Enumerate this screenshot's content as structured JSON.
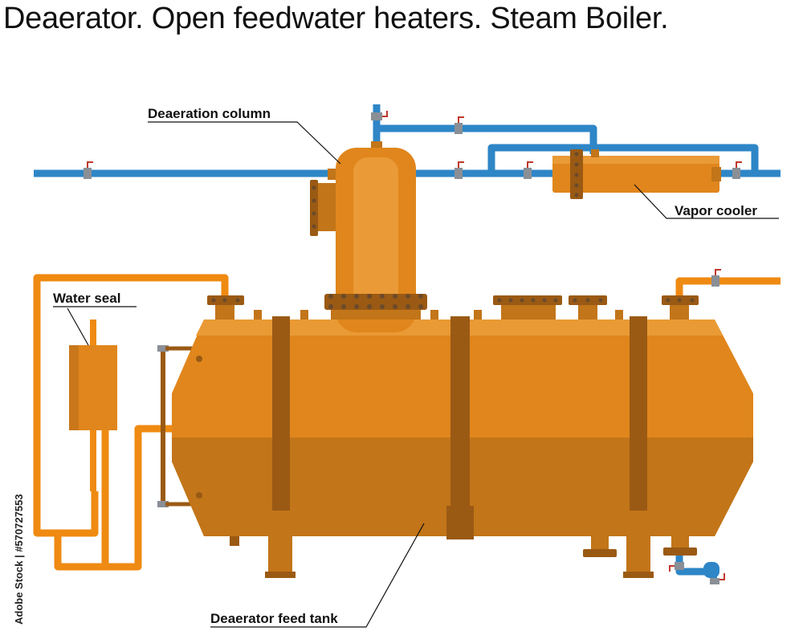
{
  "title": "Deaerator. Open feedwater heaters. Steam Boiler.",
  "labels": {
    "deaeration_column": "Deaeration column",
    "vapor_cooler": "Vapor cooler",
    "water_seal": "Water seal",
    "feed_tank": "Deaerator feed tank"
  },
  "stock_id": "Adobe Stock | #570727553",
  "colors": {
    "vessel": "#e0861c",
    "vessel_dark": "#b7711c",
    "band": "#9a5a14",
    "water_pipe": "#2e86c7",
    "orange_pipe": "#ef8a12",
    "valve": "#8a8f96",
    "valve_handle": "#c0392b"
  }
}
